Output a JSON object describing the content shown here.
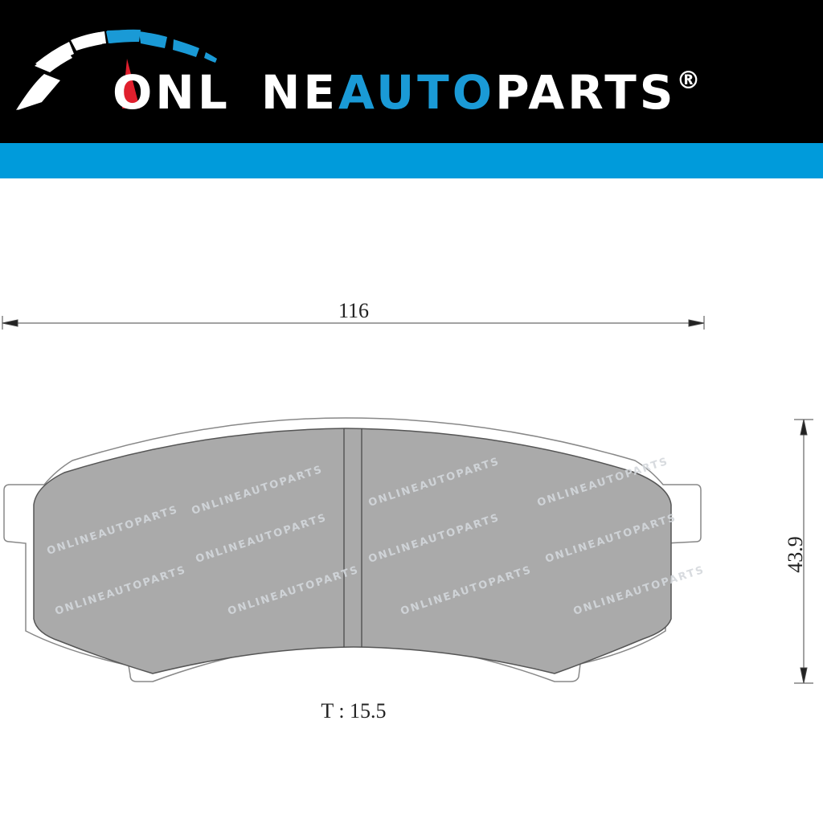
{
  "brand": {
    "logo_text_part1": "ONL",
    "logo_text_part2": "NE",
    "logo_text_accent": "AUTO",
    "logo_text_part3": "PARTS",
    "registered_mark": "®",
    "colors": {
      "header_bg": "#000000",
      "band": "#009bdb",
      "accent_blue": "#1a9ad6",
      "needle_red": "#e01f2d"
    }
  },
  "diagram": {
    "width_label": "116",
    "height_label": "43.9",
    "thickness_label": "T : 15.5",
    "pad_color": "#aaaaaa",
    "watermark_text": "ONLINEAUTOPARTS"
  }
}
